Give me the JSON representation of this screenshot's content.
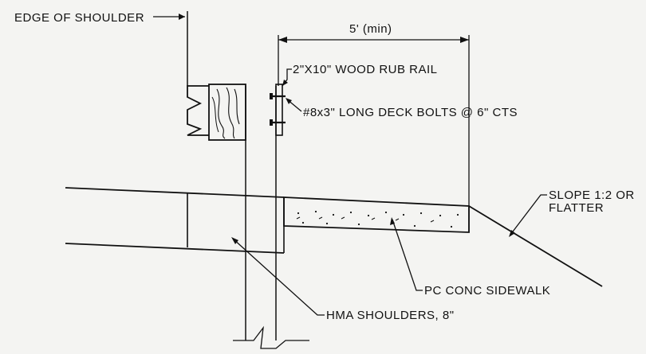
{
  "labels": {
    "edge_of_shoulder": "EDGE OF SHOULDER",
    "dimension": "5' (min)",
    "rub_rail": "2\"X10\" WOOD RUB RAIL",
    "deck_bolts": "#8x3\" LONG DECK BOLTS @ 6\" CTS",
    "slope_line1": "SLOPE 1:2 OR",
    "slope_line2": "FLATTER",
    "sidewalk": "PC CONC SIDEWALK",
    "hma_shoulders": "HMA SHOULDERS, 8\""
  },
  "colors": {
    "ink": "#111111",
    "paper": "#f4f4f2"
  }
}
